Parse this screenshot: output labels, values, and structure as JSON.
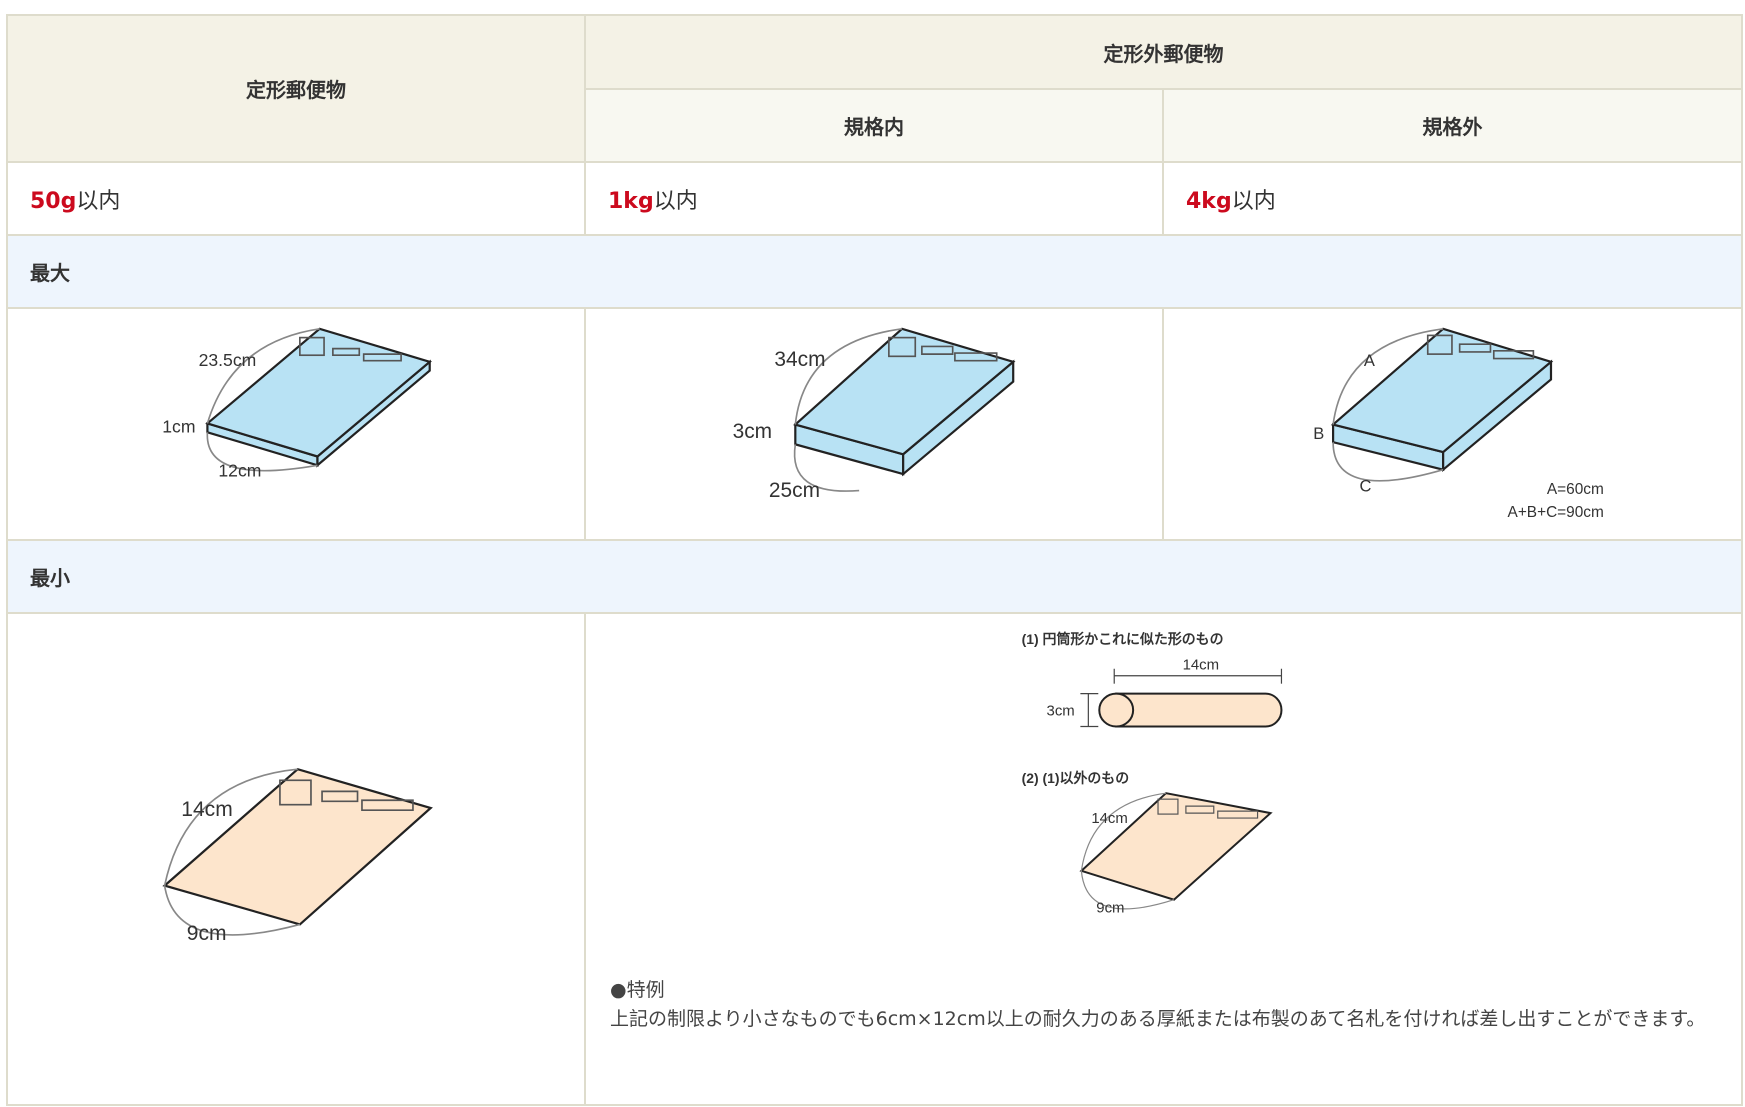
{
  "headers": {
    "standard": "定形郵便物",
    "nonstandard": "定形外郵便物",
    "within_spec": "規格内",
    "outside_spec": "規格外"
  },
  "weights": [
    {
      "value": "50g",
      "suffix": "以内"
    },
    {
      "value": "1kg",
      "suffix": "以内"
    },
    {
      "value": "4kg",
      "suffix": "以内"
    }
  ],
  "sections": {
    "max": "最大",
    "min": "最小"
  },
  "max_illustrations": {
    "standard": {
      "length": "23.5cm",
      "thickness": "1cm",
      "width": "12cm"
    },
    "within_spec": {
      "length": "34cm",
      "thickness": "3cm",
      "width": "25cm"
    },
    "outside_spec": {
      "a": "A",
      "b": "B",
      "c": "C",
      "rule1": "A=60cm",
      "rule2": "A+B+C=90cm"
    }
  },
  "min_illustrations": {
    "standard": {
      "length": "14cm",
      "width": "9cm"
    },
    "nonstandard": {
      "caption1": "(1) 円筒形かこれに似た形のもの",
      "cyl_length": "14cm",
      "cyl_diameter": "3cm",
      "caption2": "(2)  (1)以外のもの",
      "length": "14cm",
      "width": "9cm"
    }
  },
  "note": {
    "title": "●特例",
    "body": "上記の制限より小さなものでも6cm×12cm以上の耐久力のある厚紙または布製のあて名札を付ければ差し出すことができます。"
  },
  "colors": {
    "red": "#cc0a1e",
    "blue_fill": "#b8e2f4",
    "peach_fill": "#fde5cc"
  }
}
